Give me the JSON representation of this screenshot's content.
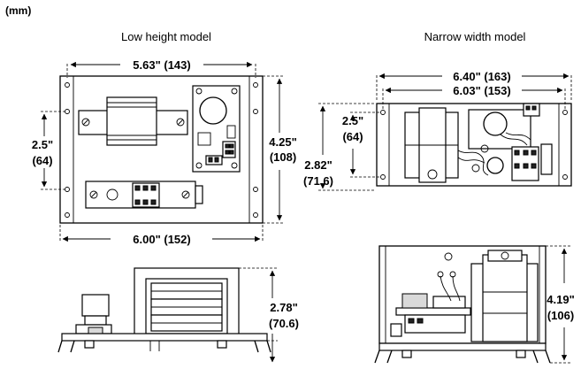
{
  "unit_label": "(mm)",
  "low_height_model": {
    "title": "Low height model",
    "top_view": {
      "mount_width": "5.63\" (143)",
      "overall_width": "6.00\" (152)",
      "overall_height": [
        "4.25\"",
        "(108)"
      ],
      "mount_height": [
        "2.5\"",
        "(64)"
      ]
    },
    "side_view": {
      "height": [
        "2.78\"",
        "(70.6)"
      ]
    }
  },
  "narrow_width_model": {
    "title": "Narrow width model",
    "top_view": {
      "overall_width": "6.40\" (163)",
      "mount_width": "6.03\" (153)",
      "mount_height": [
        "2.5\"",
        "(64)"
      ],
      "overall_height": [
        "2.82\"",
        "(71.6)"
      ]
    },
    "side_view": {
      "height": [
        "4.19\"",
        "(106)"
      ]
    }
  }
}
